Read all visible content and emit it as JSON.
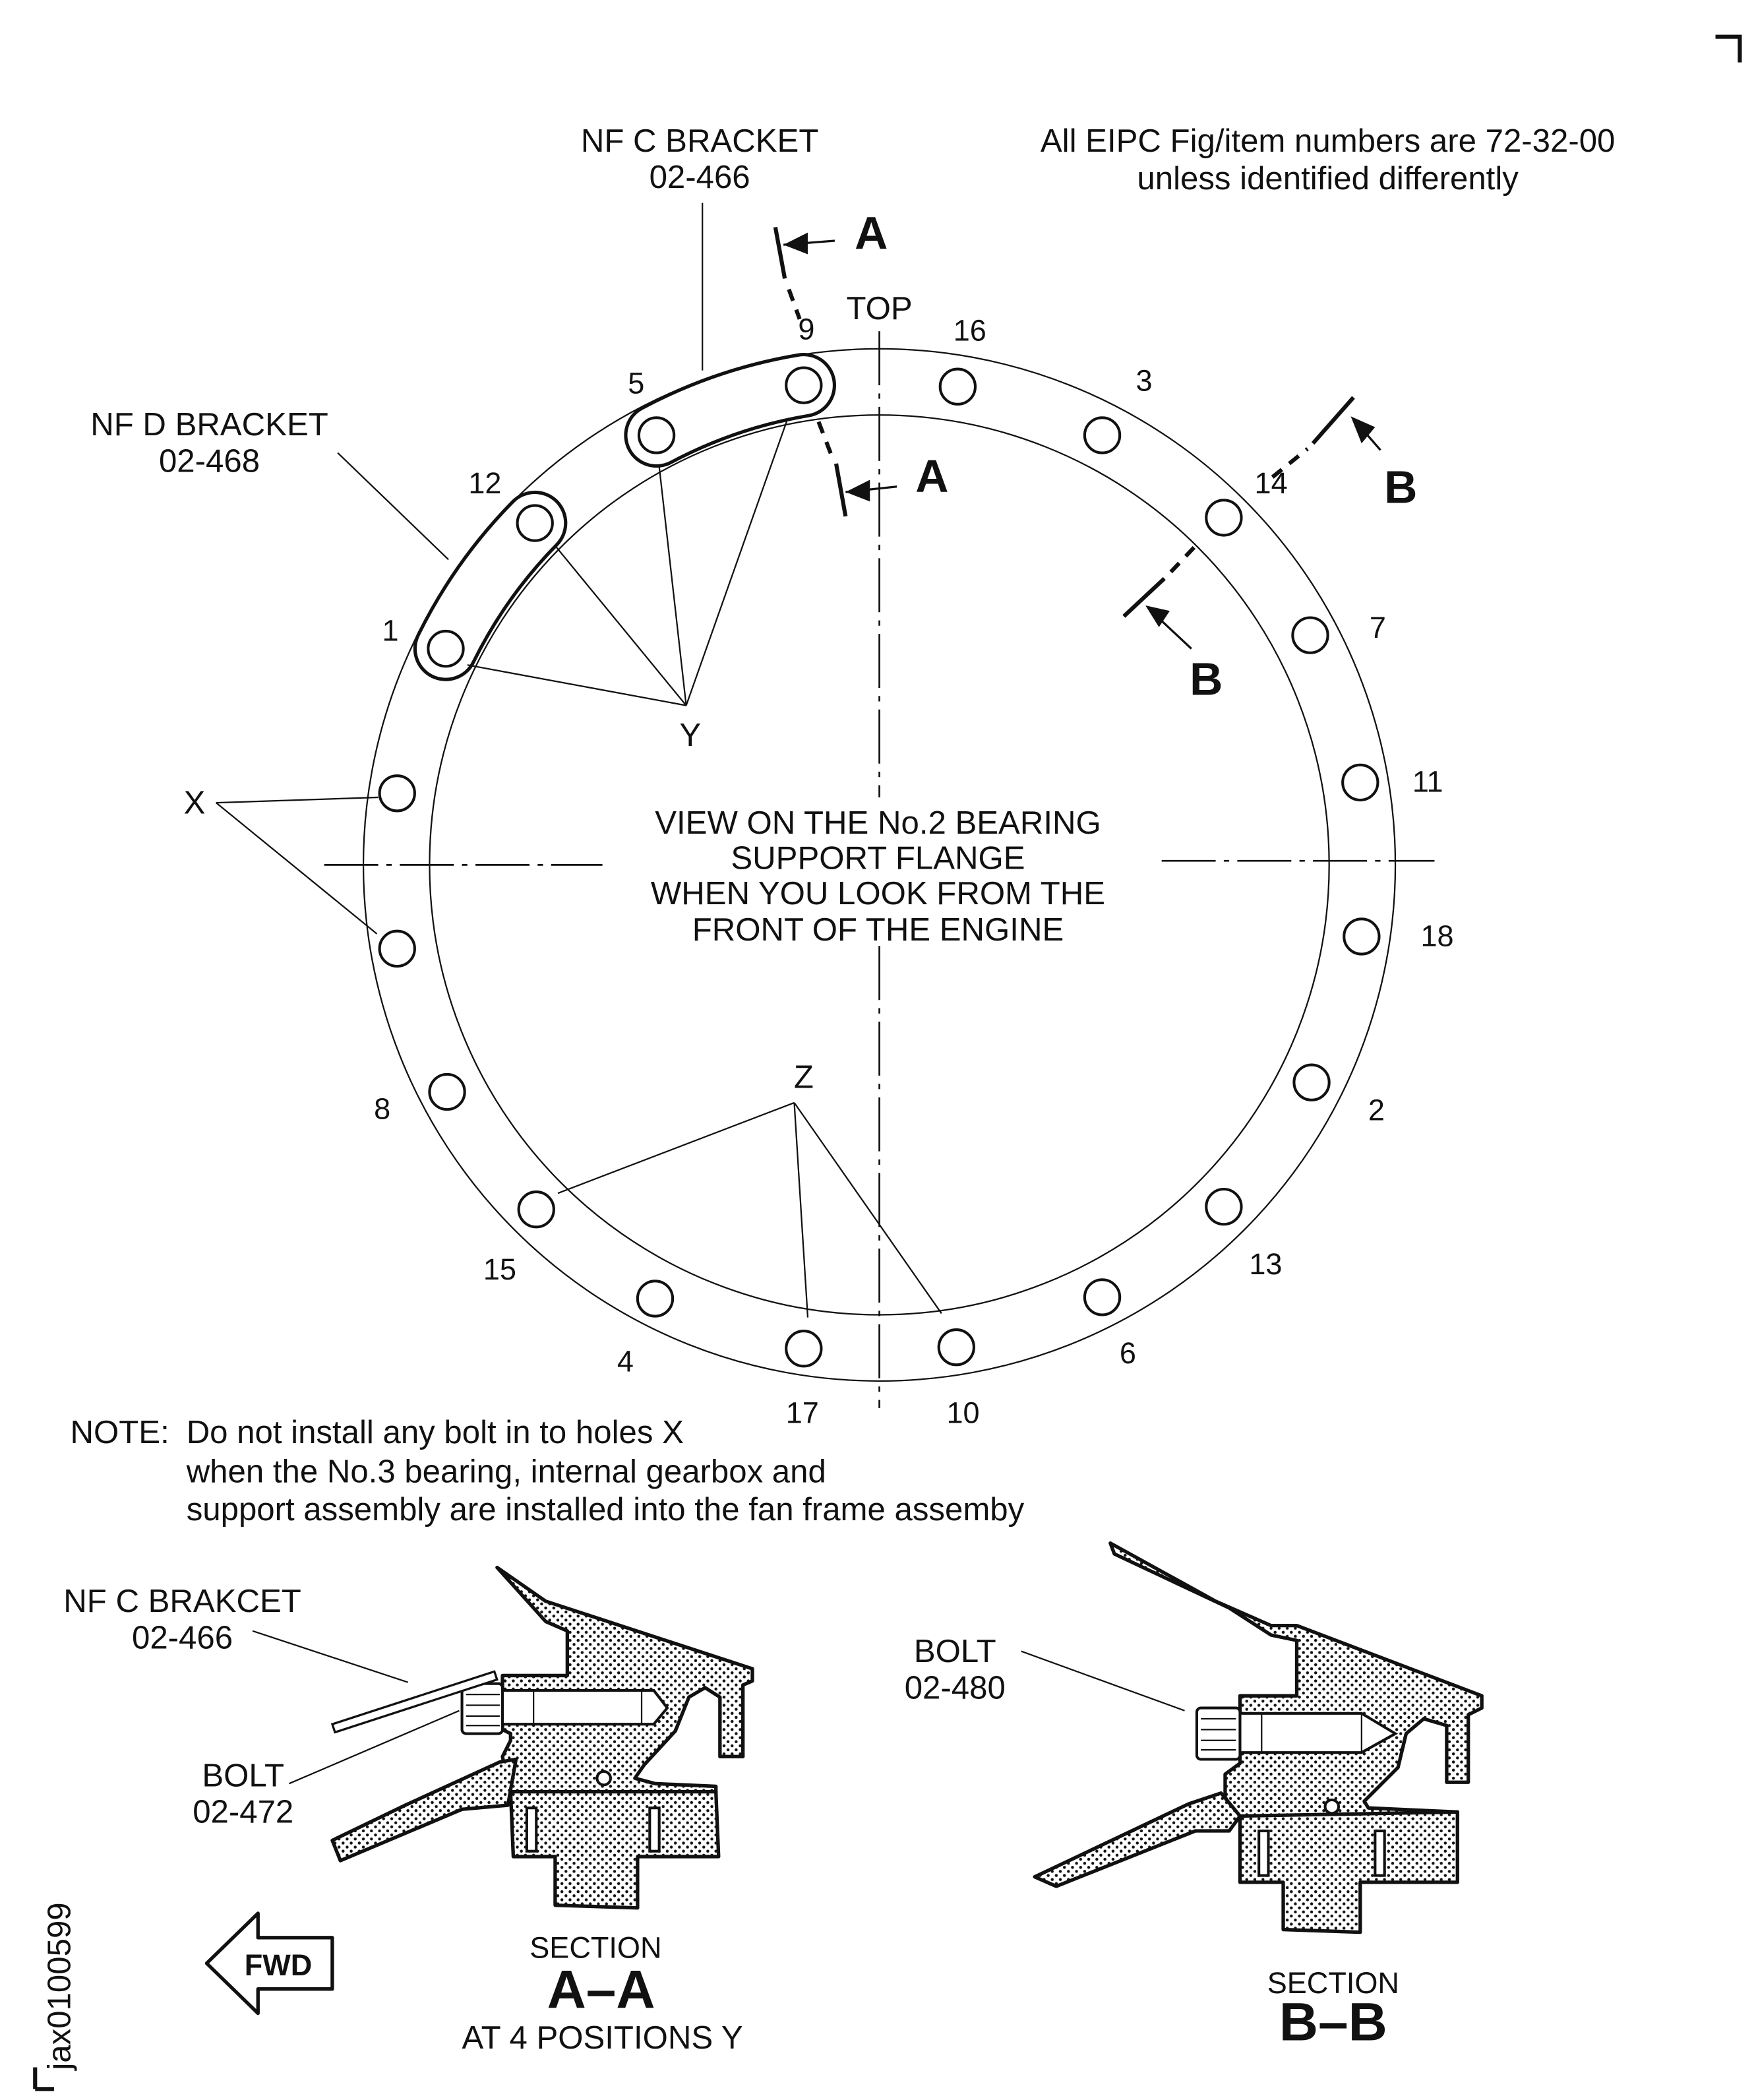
{
  "header_note": [
    "All EIPC Fig/item numbers are 72-32-00",
    "unless identified differently"
  ],
  "callouts": {
    "nf_c_bracket": {
      "name": "NF C BRACKET",
      "ref": "02-466"
    },
    "nf_d_bracket": {
      "name": "NF D BRACKET",
      "ref": "02-468"
    },
    "x": "X",
    "y": "Y",
    "z": "Z",
    "top": "TOP"
  },
  "section_markers": {
    "a": "A",
    "b": "B"
  },
  "view_caption": [
    "VIEW ON THE No.2 BEARING",
    "SUPPORT FLANGE",
    "WHEN YOU LOOK FROM THE",
    "FRONT OF THE ENGINE"
  ],
  "holes": [
    "9",
    "16",
    "3",
    "14",
    "7",
    "11",
    "18",
    "2",
    "13",
    "6",
    "10",
    "17",
    "4",
    "15",
    "8",
    "1",
    "12",
    "5"
  ],
  "note": {
    "label": "NOTE:",
    "lines": [
      "Do not install any bolt in to holes X",
      "when the No.3 bearing, internal gearbox and",
      "support assembly are installed into the fan frame assemby"
    ]
  },
  "section_aa": {
    "bracket_name": "NF C BRAKCET",
    "bracket_ref": "02-466",
    "bolt_name": "BOLT",
    "bolt_ref": "02-472",
    "title": "SECTION",
    "id": "A–A",
    "subtitle": "AT 4 POSITIONS Y"
  },
  "section_bb": {
    "bolt_name": "BOLT",
    "bolt_ref": "02-480",
    "title": "SECTION",
    "id": "B–B"
  },
  "fwd": "FWD",
  "figure_id": "jax0100599"
}
